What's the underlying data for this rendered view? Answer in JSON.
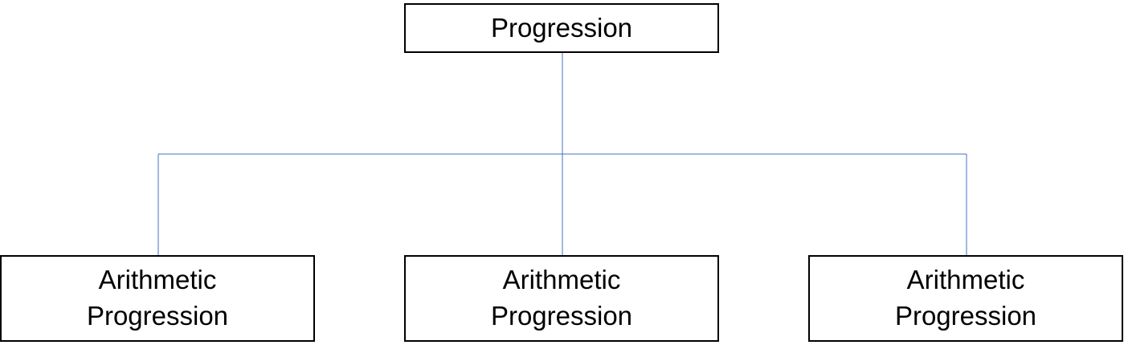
{
  "diagram": {
    "type": "hierarchy",
    "connector_color": "#4472c4",
    "box_border_color": "#000000",
    "root": {
      "label": "Progression"
    },
    "children": [
      {
        "line1": "Arithmetic",
        "line2": "Progression"
      },
      {
        "line1": "Arithmetic",
        "line2": "Progression"
      },
      {
        "line1": "Arithmetic",
        "line2": "Progression"
      }
    ]
  }
}
